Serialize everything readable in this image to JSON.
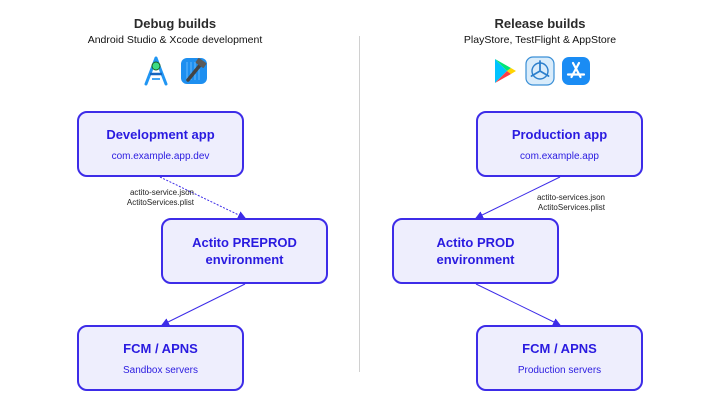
{
  "debug": {
    "title": "Debug builds",
    "subtitle": "Android Studio & Xcode development",
    "icons": [
      "android-studio-icon",
      "xcode-icon"
    ],
    "app_box": {
      "title": "Development app",
      "subtitle": "com.example.app.dev"
    },
    "config_files": [
      "actito-service.json",
      "ActitoServices.plist"
    ],
    "env_box": {
      "title_line1": "Actito PREPROD",
      "title_line2": "environment"
    },
    "push_box": {
      "title": "FCM / APNS",
      "subtitle": "Sandbox servers"
    }
  },
  "release": {
    "title": "Release builds",
    "subtitle": "PlayStore, TestFlight & AppStore",
    "icons": [
      "google-play-icon",
      "testflight-icon",
      "app-store-icon"
    ],
    "app_box": {
      "title": "Production app",
      "subtitle": "com.example.app"
    },
    "config_files": [
      "actito-services.json",
      "ActitoServices.plist"
    ],
    "env_box": {
      "title_line1": "Actito PROD",
      "title_line2": "environment"
    },
    "push_box": {
      "title": "FCM / APNS",
      "subtitle": "Production servers"
    }
  },
  "colors": {
    "accent": "#3d2ce8",
    "box_fill": "#eeeefd",
    "text_accent": "#2a1be0"
  }
}
